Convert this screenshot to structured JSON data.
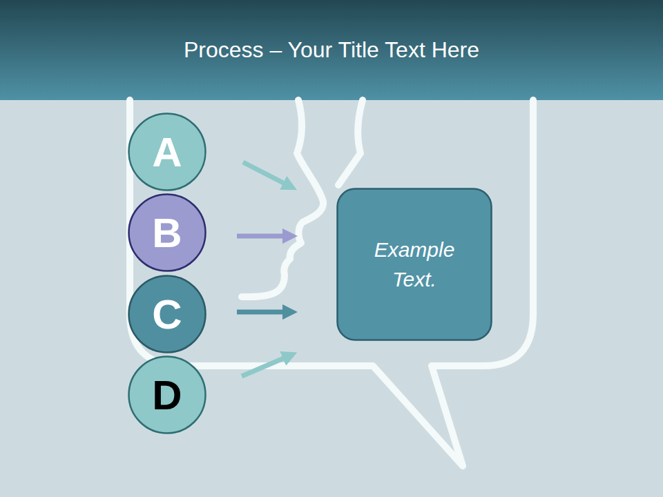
{
  "diagram": {
    "title": "Process – Your Title Text Here",
    "nodes": [
      {
        "text": [
          "A"
        ]
      },
      {
        "text": [
          "B"
        ]
      },
      {
        "text": [
          "C"
        ]
      },
      {
        "text": [
          "D"
        ]
      },
      {
        "text": [
          "Example Text."
        ]
      }
    ]
  }
}
